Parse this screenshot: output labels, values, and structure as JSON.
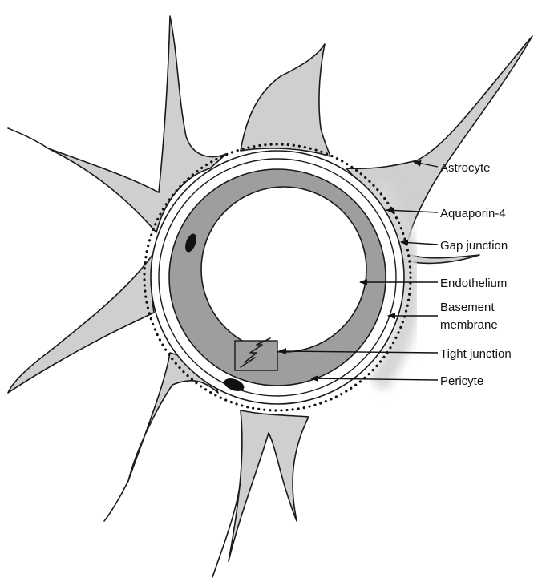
{
  "diagram": {
    "labels": [
      {
        "id": "astrocyte",
        "text": "Astrocyte"
      },
      {
        "id": "aquaporin",
        "text": "Aquaporin-4"
      },
      {
        "id": "gap",
        "text": "Gap junction"
      },
      {
        "id": "endothelium",
        "text": "Endothelium"
      },
      {
        "id": "basement1",
        "text": "Basement"
      },
      {
        "id": "basement2",
        "text": "membrane"
      },
      {
        "id": "tight",
        "text": "Tight junction"
      },
      {
        "id": "pericyte",
        "text": "Pericyte"
      }
    ],
    "colors": {
      "astrocyte_fill": "#cfcfcf",
      "endothelium_fill": "#9e9e9e",
      "line": "#1a1a1a",
      "background": "#ffffff"
    }
  }
}
